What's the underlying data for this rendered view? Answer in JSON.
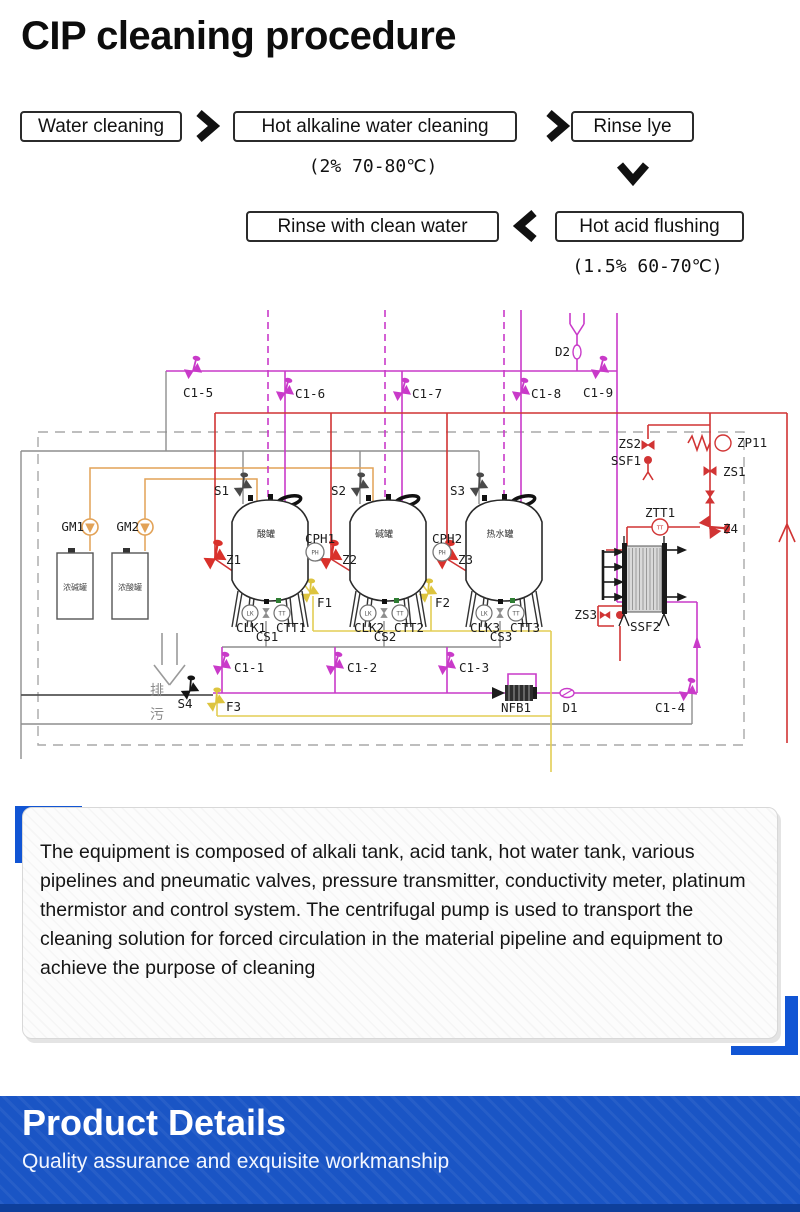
{
  "title": "CIP cleaning procedure",
  "flow": {
    "row1": [
      {
        "label": "Water cleaning"
      },
      {
        "label": "Hot alkaline water cleaning",
        "note": "(2%  70-80℃)"
      },
      {
        "label": "Rinse lye"
      }
    ],
    "row2": [
      {
        "label": "Rinse with clean water"
      },
      {
        "label": "Hot acid flushing",
        "note": "(1.5%  60-70℃)"
      }
    ]
  },
  "diagram": {
    "labels": {
      "c1_1": "C1-1",
      "c1_2": "C1-2",
      "c1_3": "C1-3",
      "c1_4": "C1-4",
      "c1_5": "C1-5",
      "c1_6": "C1-6",
      "c1_7": "C1-7",
      "c1_8": "C1-8",
      "c1_9": "C1-9",
      "d1": "D1",
      "d2": "D2",
      "s1": "S1",
      "s2": "S2",
      "s3": "S3",
      "s4": "S4",
      "z1": "Z1",
      "z2": "Z2",
      "z3": "Z3",
      "z4": "Z4",
      "f1": "F1",
      "f2": "F2",
      "f3": "F3",
      "gm1": "GM1",
      "gm2": "GM2",
      "cph1": "CPH1",
      "cph2": "CPH2",
      "clk1": "CLK1",
      "ctt1": "CTT1",
      "cs1": "CS1",
      "clk2": "CLK2",
      "ctt2": "CTT2",
      "cs2": "CS2",
      "clk3": "CLK3",
      "ctt3": "CTT3",
      "cs3": "CS3",
      "nfb1": "NFB1",
      "zs1": "ZS1",
      "zs2": "ZS2",
      "zs3": "ZS3",
      "ssf1": "SSF1",
      "ssf2": "SSF2",
      "zp11": "ZP11",
      "ztt1": "ZTT1",
      "tank_acid": "酸罐",
      "tank_alkali": "碱罐",
      "tank_hot_water": "热水罐",
      "tank_conc_alkali": "浓碱罐",
      "tank_conc_acid": "浓酸罐",
      "drain_top": "排",
      "drain_bottom": "污"
    },
    "glyphs": {
      "ph": "PH",
      "lk": "LK",
      "tt": "TT"
    }
  },
  "description": {
    "text": "The equipment is composed of alkali tank, acid tank, hot water tank, various pipelines and pneumatic valves, pressure transmitter, conductivity meter, platinum thermistor and control system. The centrifugal pump is used to transport the cleaning solution for forced circulation in the material pipeline and equipment to achieve the purpose of cleaning"
  },
  "banner": {
    "title": "Product Details",
    "subtitle": "Quality assurance and exquisite workmanship"
  },
  "colors": {
    "banner_blue": "#1a55c5",
    "banner_strip_blue": "#0e3f9b",
    "corner_blue": "#1155d4",
    "pipe_magenta": "#c93ac9",
    "pipe_red": "#d13434",
    "pipe_orange": "#e2a257",
    "pipe_yellow": "#e3cd55",
    "pipe_gray": "#8e8e8e"
  }
}
